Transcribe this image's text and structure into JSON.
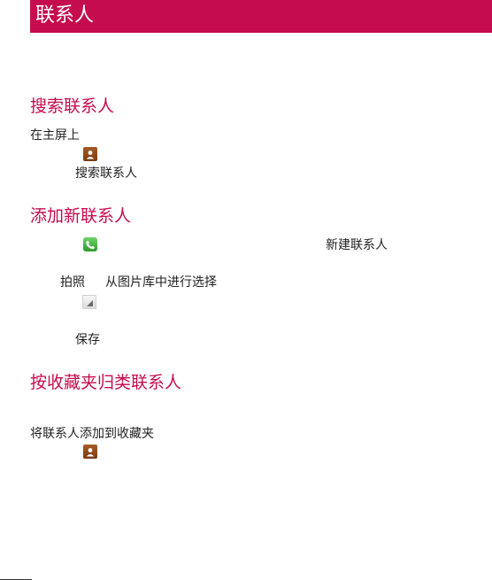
{
  "header": {
    "title": "联系人"
  },
  "sections": {
    "search": {
      "title": "搜索联系人",
      "step1": "在主屏上",
      "step2": "搜索联系人"
    },
    "add": {
      "title": "添加新联系人",
      "new_contact": "新建联系人",
      "photo_option": "拍照",
      "gallery_option": "从图片库中进行选择",
      "save": "保存"
    },
    "favorites": {
      "title": "按收藏夹归类联系人",
      "step1": "将联系人添加到收藏夹"
    }
  },
  "icons": {
    "contacts": "contacts-icon",
    "phone": "phone-icon",
    "photo": "photo-placeholder-icon"
  },
  "colors": {
    "accent": "#c50c4e"
  }
}
